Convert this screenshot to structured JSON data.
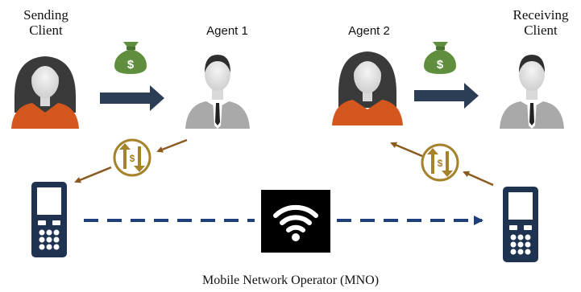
{
  "labels": {
    "sending_client_line1": "Sending",
    "sending_client_line2": "Client",
    "agent1": "Agent 1",
    "agent2": "Agent 2",
    "receiving_client_line1": "Receiving",
    "receiving_client_line2": "Client",
    "caption": "Mobile Network Operator (MNO)"
  },
  "icons": {
    "money_bag_symbol": "$",
    "exchange_symbol": "$"
  },
  "colors": {
    "orange_shirt": "#d4571e",
    "navy_arrow": "#2c3e55",
    "money_green": "#5f8f3e",
    "gold": "#a4832a",
    "brown_arrow": "#8a5a1e",
    "dashed_blue": "#1f3f7a",
    "person_gray": "#444444",
    "suit_gray": "#a9a9a9"
  }
}
